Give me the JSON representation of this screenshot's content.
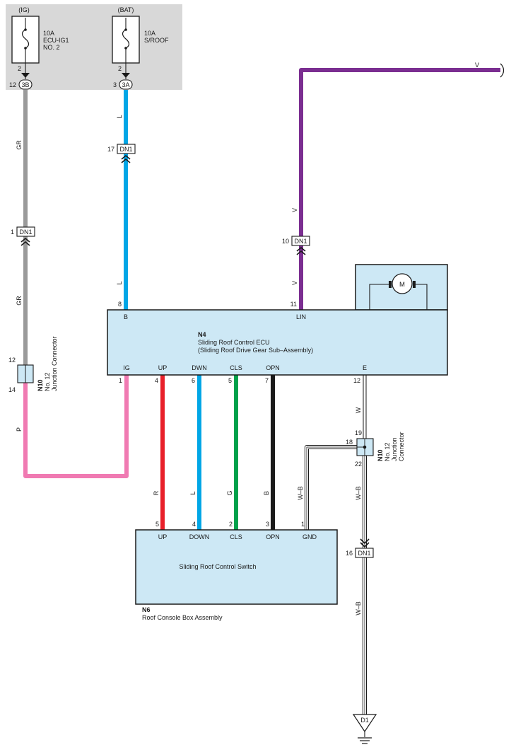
{
  "fuse_box": {
    "fuses": [
      {
        "supply": "(IG)",
        "rating": "10A",
        "name_line1": "ECU-IG1",
        "name_line2": "NO. 2",
        "pin": "2",
        "terminal": "12",
        "connector": "3B"
      },
      {
        "supply": "(BAT)",
        "rating": "10A",
        "name_line1": "S/ROOF",
        "name_line2": "",
        "pin": "2",
        "terminal": "3",
        "connector": "3A"
      }
    ]
  },
  "wire_colors": {
    "GR": "#9a9a9a",
    "L": "#00a6e6",
    "V": "#7b2e91",
    "P": "#f07ab2",
    "R": "#e8202a",
    "G": "#00a14b",
    "B": "#1a1a1a",
    "W": "#ffffff",
    "W-B": "#ffffff"
  },
  "wire_labels": {
    "gr_top": "GR",
    "gr_bottom": "GR",
    "l_top": "L",
    "l_bottom": "L",
    "v_top": "V",
    "v_mid": "V",
    "v_bottom": "V",
    "p": "P",
    "r": "R",
    "l_sw": "L",
    "g": "G",
    "b": "B",
    "wb_left": "W–B",
    "w": "W",
    "wb_right": "W–B",
    "wb_lower": "W–B"
  },
  "inline_connectors": {
    "dn1_l": {
      "pin": "17",
      "name": "DN1"
    },
    "dn1_gr": {
      "pin": "1",
      "name": "DN1"
    },
    "dn1_v": {
      "pin": "10",
      "name": "DN1"
    },
    "dn1_gnd": {
      "pin": "16",
      "name": "DN1"
    }
  },
  "junction_left": {
    "code": "N10",
    "line1": "No. 12",
    "line2": "Junction Connector",
    "pin_top": "12",
    "pin_bottom": "14"
  },
  "junction_right": {
    "code": "N10",
    "line1": "No. 12",
    "line2": "Junction",
    "line3": "Connector",
    "pin_top": "19",
    "pin_left": "18",
    "pin_bottom": "22"
  },
  "ecu": {
    "code": "N4",
    "name": "Sliding Roof Control ECU",
    "sub": "(Sliding Roof Drive Gear Sub–Assembly)",
    "motor": "M",
    "top_pins": [
      {
        "label": "B",
        "pin": "8"
      },
      {
        "label": "LIN",
        "pin": "11"
      }
    ],
    "bottom_pins": [
      {
        "label": "IG",
        "pin": "1"
      },
      {
        "label": "UP",
        "pin": "4"
      },
      {
        "label": "DWN",
        "pin": "6"
      },
      {
        "label": "CLS",
        "pin": "5"
      },
      {
        "label": "OPN",
        "pin": "7"
      },
      {
        "label": "E",
        "pin": "12"
      }
    ]
  },
  "switch": {
    "name": "Sliding Roof Control Switch",
    "code": "N6",
    "assembly": "Roof Console Box Assembly",
    "pins": [
      {
        "label": "UP",
        "pin": "5"
      },
      {
        "label": "DOWN",
        "pin": "4"
      },
      {
        "label": "CLS",
        "pin": "2"
      },
      {
        "label": "OPN",
        "pin": "3"
      },
      {
        "label": "GND",
        "pin": "1"
      }
    ]
  },
  "ground": {
    "name": "D1"
  }
}
